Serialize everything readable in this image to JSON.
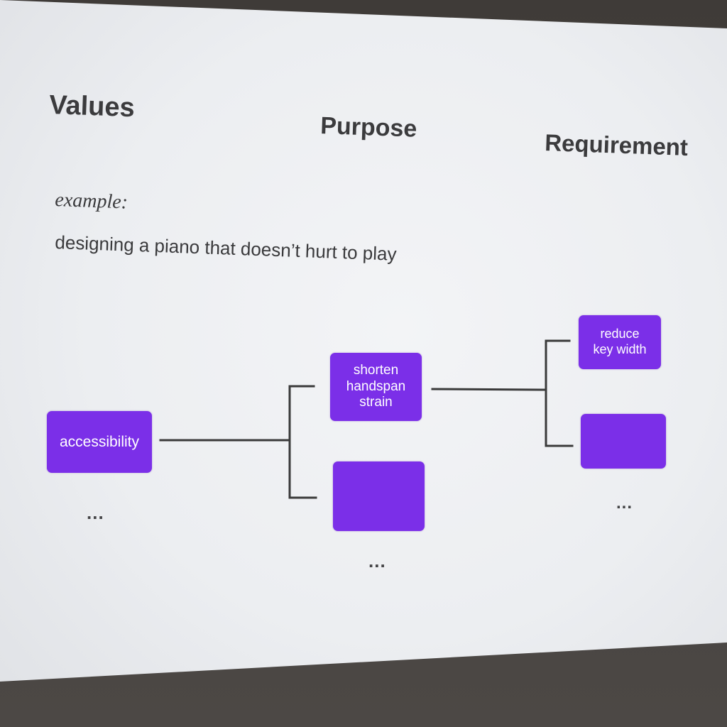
{
  "slide": {
    "headings": {
      "values": "Values",
      "purpose": "Purpose",
      "requirement": "Requirement"
    },
    "example_label": "example:",
    "example_text": "designing a piano that doesn’t hurt to play",
    "nodes": {
      "accessibility": "accessibility",
      "shorten_handspan": "shorten\nhandspan\nstrain",
      "purpose_empty": "",
      "reduce_key_width": "reduce\nkey width",
      "requirement_empty": ""
    },
    "ellipsis": {
      "values": "...",
      "purpose": "...",
      "requirement": "..."
    },
    "colors": {
      "node_fill": "#7b2fe8",
      "connector": "#3a3a3a",
      "slide_background": "#eceef1",
      "room_background": "#4a4643"
    }
  }
}
